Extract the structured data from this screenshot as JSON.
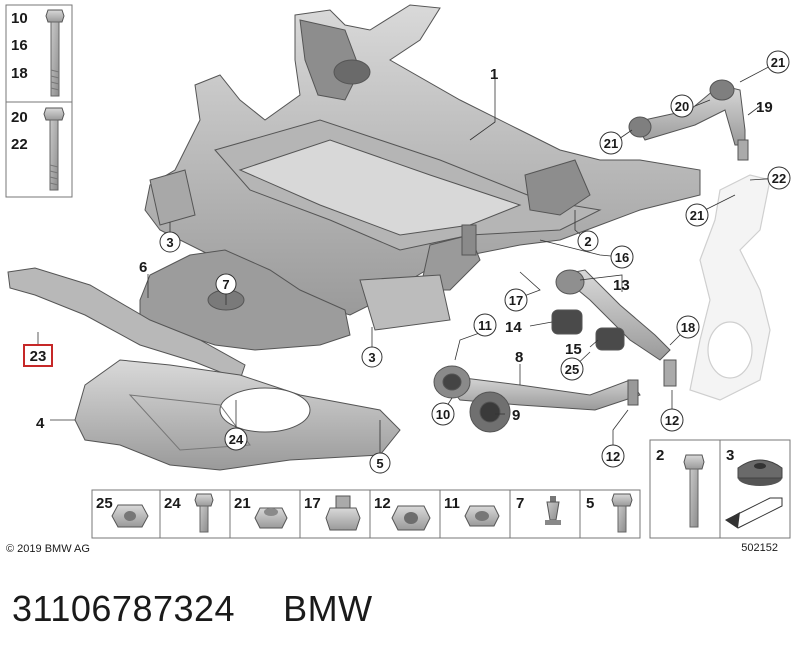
{
  "diagram": {
    "callouts": {
      "c1": "1",
      "c2": "2",
      "c3a": "3",
      "c3b": "3",
      "c4": "4",
      "c5": "5",
      "c6": "6",
      "c7": "7",
      "c8": "8",
      "c9": "9",
      "c10": "10",
      "c11": "11",
      "c12a": "12",
      "c12b": "12",
      "c13": "13",
      "c14": "14",
      "c15": "15",
      "c16": "16",
      "c17": "17",
      "c18": "18",
      "c19": "19",
      "c20": "20",
      "c21a": "21",
      "c21b": "21",
      "c21c": "21",
      "c22": "22",
      "c23": "23",
      "c24": "24",
      "c25": "25"
    },
    "bolt_box_top": [
      "10",
      "16",
      "18"
    ],
    "bolt_box_bottom": [
      "20",
      "22"
    ],
    "legend_bottom": [
      "25",
      "24",
      "21",
      "17",
      "12",
      "11",
      "7",
      "5"
    ],
    "legend_right": [
      "2",
      "3"
    ]
  },
  "footer": {
    "copyright": "© 2019 BMW AG",
    "diagram_id": "502152"
  },
  "part": {
    "number": "31106787324",
    "brand": "BMW"
  }
}
